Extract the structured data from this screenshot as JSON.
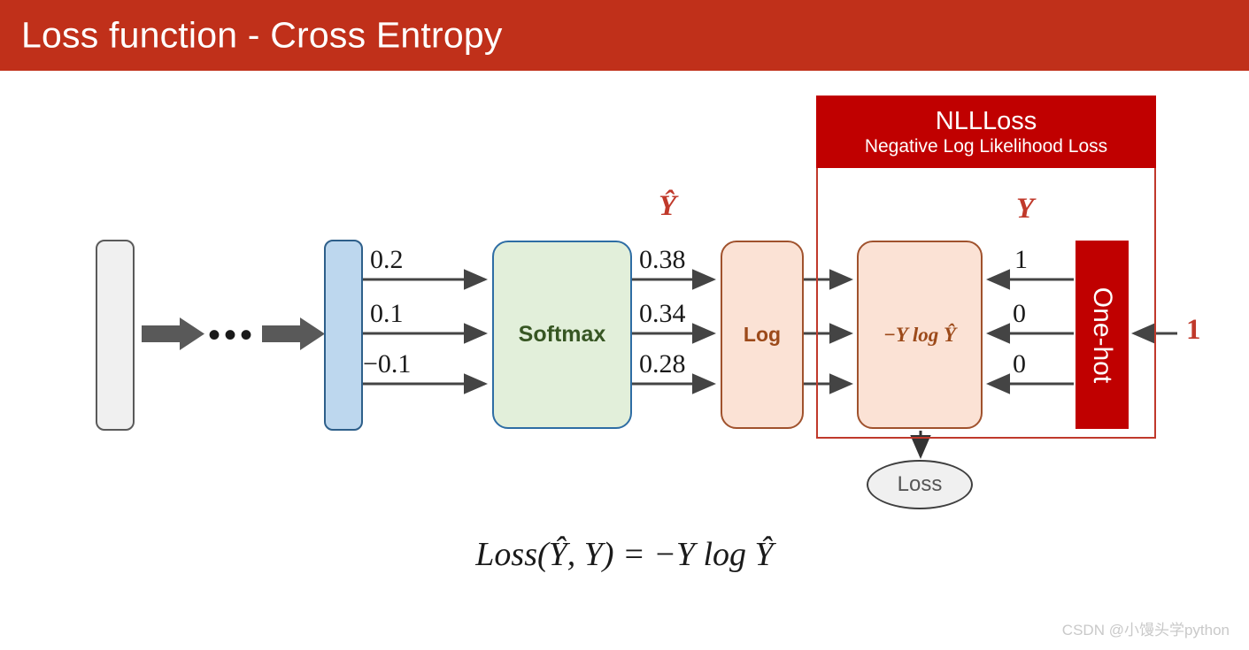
{
  "header": {
    "title": "Loss function - Cross Entropy",
    "bg_color": "#c0301a",
    "text_color": "#ffffff"
  },
  "diagram": {
    "input_layer": {
      "name": "input-bar",
      "fill": "#f0f0f0",
      "stroke": "#5a5a5a"
    },
    "ellipsis": "•••",
    "logits_layer": {
      "name": "logits-bar",
      "fill": "#bdd7ee",
      "stroke": "#2e5f8a"
    },
    "logits": [
      "0.2",
      "0.1",
      "−0.1"
    ],
    "softmax": {
      "label": "Softmax",
      "fill": "#e2efda",
      "stroke": "#2e6da4",
      "text_color": "#375623"
    },
    "yhat_label": "Ŷ",
    "probabilities": [
      "0.38",
      "0.34",
      "0.28"
    ],
    "log": {
      "label": "Log",
      "fill": "#fbe2d5",
      "stroke": "#a0522d",
      "text_color": "#9c4a1a"
    },
    "nllloss": {
      "title": "NLLLoss",
      "subtitle": "Negative Log Likelihood Loss",
      "header_bg": "#c00000",
      "frame_stroke": "#c0392b"
    },
    "nll_formula_box": {
      "label": "−Y log Ŷ",
      "fill": "#fbe2d5",
      "stroke": "#a0522d",
      "text_color": "#9c4a1a"
    },
    "y_label": "Y",
    "targets": [
      "1",
      "0",
      "0"
    ],
    "onehot": {
      "label": "One-hot",
      "fill": "#c00000",
      "text_color": "#ffffff"
    },
    "class_index": "1",
    "loss_node": {
      "label": "Loss",
      "fill": "#f0f0f0",
      "stroke": "#3f3f3f",
      "text_color": "#565656"
    }
  },
  "formula": {
    "lhs": "Loss",
    "args": "(Ŷ, Y)",
    "eq": "=",
    "rhs": "−Y log Ŷ",
    "full": "Loss(Ŷ, Y) = −Y log Ŷ"
  },
  "watermark": {
    "text": "CSDN @小馒头学python"
  }
}
